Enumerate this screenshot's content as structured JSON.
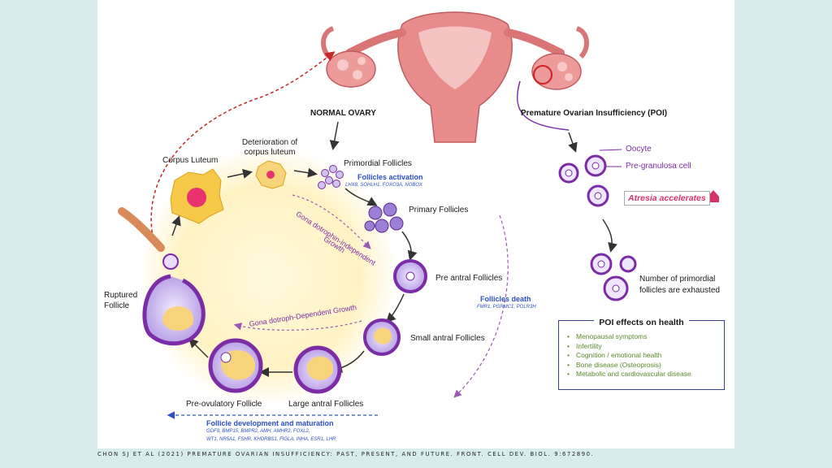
{
  "labels": {
    "normal_ovary": "NORMAL OVARY",
    "poi_title": "Premature Ovarian Insufficiency (POI)",
    "oocyte": "Oocyte",
    "pre_granulosa": "Pre-granulosa cell",
    "atresia": "Atresia accelerates",
    "exhausted_line1": "Number of primordial",
    "exhausted_line2": "follicles are exhausted",
    "corpus_luteum": "Corpus Luteum",
    "deterioration_line1": "Deterioration of",
    "deterioration_line2": "corpus luteum",
    "primordial": "Primordial Follicles",
    "activation_title": "Follicles activation",
    "activation_genes": "LHX8, SOHLH1, FOXO3A, NOBOX",
    "primary": "Primary Follicles",
    "pre_antral": "Pre antral Follicles",
    "death_title": "Follicles death",
    "death_genes": "FMR1, PGRMC1, POLR3H",
    "small_antral": "Small antral Follicles",
    "large_antral": "Large antral Follicles",
    "pre_ovulatory": "Pre-ovulatory Follicle",
    "ruptured_line1": "Ruptured",
    "ruptured_line2": "Follicle",
    "gonado_independent_line1": "Gona dotrophin-independent",
    "gonado_independent_line2": "Growth",
    "gonado_dependent": "Gona dotroph-Dependent Growth",
    "development_title": "Follicle development and maturation",
    "development_genes_line1": "GDF9, BMP15, BMPR2, AMH, AMHR2, FOXL2,",
    "development_genes_line2": "WT1, NR5A1, FSHR, KHDRBS1, FIGLA, INHA, ESR1, LHR"
  },
  "effects": {
    "title": "POI effects on health",
    "items": [
      "Menopausal symptoms",
      "Infertility",
      "Cognition / emotional health",
      "Bone disease (Osteoprosis)",
      "Metabolic and cardiovascular disease"
    ]
  },
  "citation": "CHON SJ ET AL (2021) PREMATURE OVARIAN INSUFFICIENCY: PAST, PRESENT, AND FUTURE. FRONT. CELL DEV. BIOL. 9:672890.",
  "colors": {
    "background": "#d9ecec",
    "follicle_purple": "#7b2ca6",
    "arrow_red": "#c62828",
    "gene_blue": "#2b4fc4",
    "effects_green": "#5a8a2a",
    "atresia_pink": "#d6336c",
    "uterus_pink": "#e88b8b"
  }
}
